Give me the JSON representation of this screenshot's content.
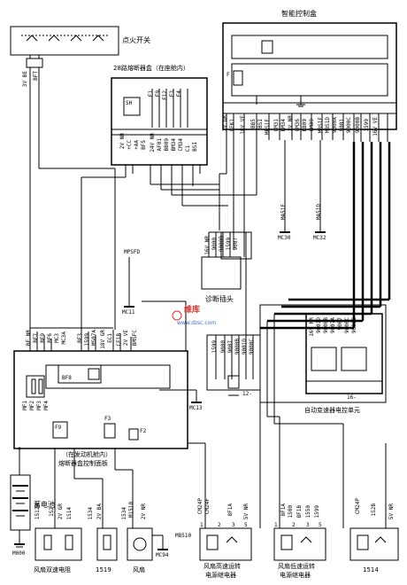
{
  "components": {
    "ignition_switch": "点火开关",
    "smart_control_box": "智能控制盒",
    "fuse_box_28": "28路熔断器盒（在座舱内）",
    "diagnostic_plug": "诊断插头",
    "engine_fuse_panel_line1": "（在发动机舱内）",
    "engine_fuse_panel_line2": "熔断器盒控制面板",
    "battery": "蓄电池",
    "auto_trans_unit": "自动变速器电控单元",
    "fan_dual_speed_resistor": "风扇双速电阻",
    "relay_1519": "1519",
    "fan": "风扇",
    "fan_high_relay_line1": "风扇高速运转",
    "fan_high_relay_line2": "电源继电器",
    "fan_low_relay_line1": "风扇低速运转",
    "fan_low_relay_line2": "电源继电器",
    "relay_1514": "1514"
  },
  "grounds": [
    "MC30",
    "MC32",
    "MC11",
    "MC13",
    "M000",
    "MC94",
    "M8510",
    "MA51E",
    "MA51D",
    "MPSFD"
  ],
  "wire_codes": {
    "top_left": [
      "3V BE",
      "BFT"
    ],
    "fuse_box": [
      "2V NR",
      "+CC",
      "+AA",
      "BF5",
      "SH",
      "24V NR",
      "AF01",
      "BB09",
      "BM34",
      "CM34",
      "C1",
      "BSI",
      "F1",
      "F9",
      "F12",
      "F3",
      "F4"
    ],
    "smart_box": [
      "2V GR",
      "CEK1",
      "18V VE",
      "BB5",
      "BSI",
      "MBS1E",
      "CM31",
      "BM34",
      "2V NR",
      "CM36",
      "BB09",
      "CM39",
      "MBS1E",
      "MBS1D",
      "9000A",
      "9001",
      "9000C",
      "9000B",
      "1599",
      "16V VE",
      "F"
    ],
    "diag_plug": [
      "16V NR",
      "9000",
      "9000B",
      "1599",
      "9007"
    ],
    "auto_trans": [
      "16V NR",
      "9001D",
      "9000B",
      "9007A",
      "9007",
      "9000C",
      "9000B",
      "16-"
    ],
    "mid_bus": [
      "1599",
      "9000",
      "9007",
      "9000B",
      "9001D",
      "9000C",
      "12-"
    ],
    "engine_box": [
      "BF NR",
      "BF7",
      "BF9",
      "BF6",
      "MC3",
      "MC3A",
      "BF3",
      "1599",
      "MS07A",
      "18V GR",
      "EC1",
      "CE1B",
      "BF8",
      "MF1",
      "MF2",
      "MF3",
      "MF4",
      "F9",
      "F3",
      "F2",
      "2V VE",
      "BMSFC"
    ],
    "bottom": [
      "1512A",
      "1S2",
      "2V GR",
      "1S14",
      "1534",
      "2V BA",
      "1534",
      "M1510",
      "2V NR",
      "CM24P",
      "CM24F",
      "8F1A",
      "5V NR",
      "8F1A",
      "1500",
      "8F1B",
      "1550",
      "1599",
      "CM24P",
      "1S2B",
      "5V NR"
    ],
    "pin_numbers": [
      "1",
      "2",
      "3",
      "5",
      "1",
      "2",
      "3",
      "5"
    ]
  },
  "watermark": {
    "brand": "维库",
    "url": "www.dzsc.com"
  },
  "colors": {
    "line": "#000000",
    "watermark_red": "#e0302a",
    "watermark_blue": "#3a6fc0"
  }
}
